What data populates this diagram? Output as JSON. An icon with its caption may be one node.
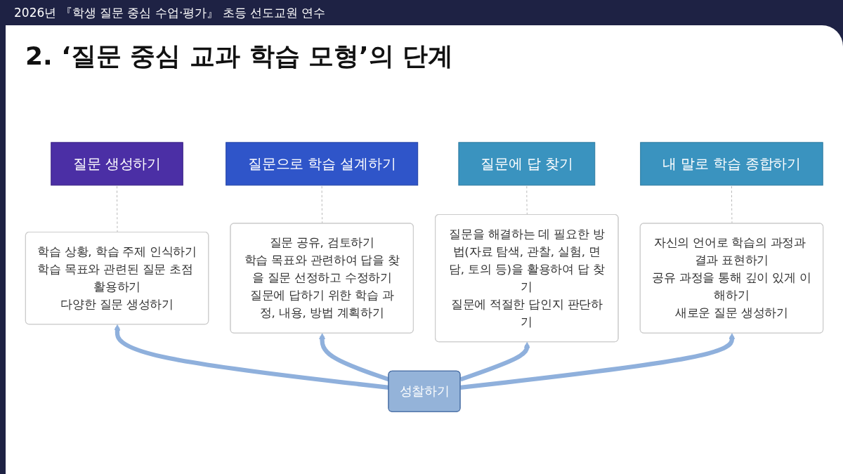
{
  "diagram": {
    "title": "2. ‘질문 중심 교과 학습 모형’의 단계",
    "nodes": [
      {
        "text": [
          "질문 생성하기"
        ]
      },
      {
        "text": [
          "질문으로 학습 설계하기"
        ]
      },
      {
        "text": [
          "질문에 답 찾기"
        ]
      },
      {
        "text": [
          "내 말로 학습 종합하기"
        ]
      },
      {
        "text": [
          "학습 상황, 학습 주제 인식하기",
          "학습 목표와 관련된 질문 초점 활용하기",
          "다양한 질문 생성하기"
        ]
      },
      {
        "text": [
          "질문 공유, 검토하기",
          "학습 목표와 관련하여 답을 찾을 질문 선정하고 수정하기",
          "질문에 답하기 위한 학습 과정, 내용, 방법 계획하기"
        ]
      },
      {
        "text": [
          "질문을 해결하는 데 필요한 방법(자료 탐색, 관찰, 실험, 면담, 토의 등)을 활용하여 답 찾기",
          "질문에 적절한 답인지 판단하기"
        ]
      },
      {
        "text": [
          "자신의 언어로 학습의 과정과 결과 표현하기",
          "공유 과정을 통해 깊이 있게 이해하기",
          "새로운 질문 생성하기"
        ]
      },
      {
        "text": [
          "성찰하기"
        ]
      }
    ],
    "edges": [
      {
        "from": 0,
        "to": 4,
        "arrow": "none",
        "style": "dashed",
        "color": "#bbbbbb"
      },
      {
        "from": 1,
        "to": 5,
        "arrow": "none",
        "style": "dashed",
        "color": "#bbbbbb"
      },
      {
        "from": 2,
        "to": 6,
        "arrow": "none",
        "style": "dashed",
        "color": "#bbbbbb"
      },
      {
        "from": 3,
        "to": 7,
        "arrow": "none",
        "style": "dashed",
        "color": "#bbbbbb"
      },
      {
        "from": 8,
        "to": 4,
        "arrow": "to",
        "style": "thick",
        "color": "#8fb0dc"
      },
      {
        "from": 8,
        "to": 5,
        "arrow": "to",
        "style": "thick",
        "color": "#8fb0dc"
      },
      {
        "from": 8,
        "to": 6,
        "arrow": "to",
        "style": "thick",
        "color": "#8fb0dc"
      },
      {
        "from": 8,
        "to": 7,
        "arrow": "to",
        "style": "thick",
        "color": "#8fb0dc"
      }
    ],
    "labels": [
      "2026년 『학생 질문 중심 수업·평가』 초등 선도교원 연수"
    ]
  }
}
